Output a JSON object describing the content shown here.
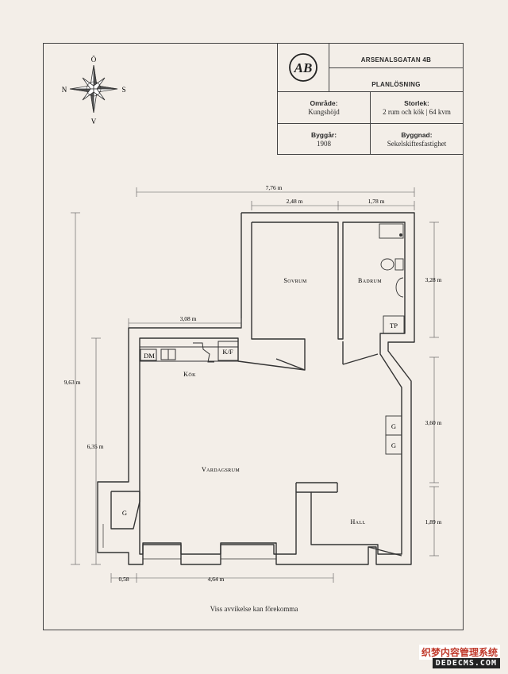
{
  "title_block": {
    "address": "ARSENALSGATAN 4B",
    "subtitle": "PLANLÖSNING",
    "area_label": "Område:",
    "area_value": "Kungshöjd",
    "size_label": "Storlek:",
    "size_value": "2 rum och kök | 64 kvm",
    "year_label": "Byggår:",
    "year_value": "1908",
    "building_label": "Byggnad:",
    "building_value": "Sekelskiftesfastighet",
    "logo_text": "AB"
  },
  "compass": {
    "north": "Ö",
    "west": "N",
    "east": "S",
    "south": "V"
  },
  "rooms": {
    "sovrum": "Sovrum",
    "badrum": "Badrum",
    "kok": "Kök",
    "vardagsrum": "Vardagsrum",
    "hall": "Hall"
  },
  "fixtures": {
    "dm": "DM",
    "kf": "K/F",
    "tp": "TP",
    "g": "G"
  },
  "dimensions": {
    "total_width": "7,76 m",
    "sovrum_width": "2,48 m",
    "badrum_width": "1,78 m",
    "kitchen_width": "3,08 m",
    "total_height": "9,63 m",
    "left_height": "6,35 m",
    "badrum_height": "3,28 m",
    "right_mid": "3,60 m",
    "hall_height": "1,89 m",
    "bottom_small": "0,58",
    "bottom_width": "4,64 m"
  },
  "disclaimer": "Viss avvikelse kan förekomma",
  "watermark": {
    "line1": "织梦内容管理系统",
    "line2": "DEDECMS.COM"
  }
}
